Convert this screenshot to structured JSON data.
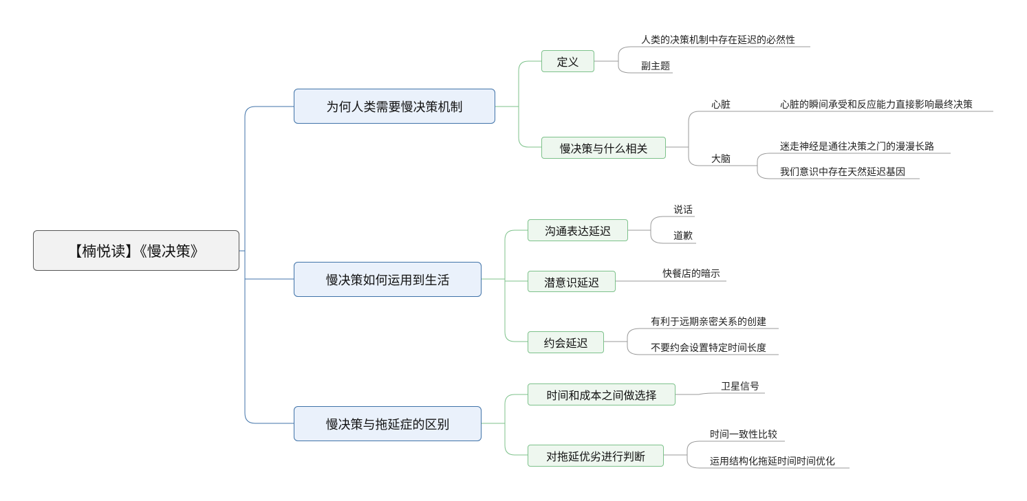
{
  "root": "【楠悦读】《慢决策》",
  "branches": [
    {
      "label": "为何人类需要慢决策机制",
      "children": [
        {
          "label": "定义",
          "items": [
            "人类的决策机制中存在延迟的必然性",
            "副主题"
          ]
        },
        {
          "label": "慢决策与什么相关",
          "groups": [
            {
              "label": "心脏",
              "items": [
                "心脏的瞬间承受和反应能力直接影响最终决策"
              ]
            },
            {
              "label": "大脑",
              "items": [
                "迷走神经是通往决策之门的漫漫长路",
                "我们意识中存在天然延迟基因"
              ]
            }
          ]
        }
      ]
    },
    {
      "label": "慢决策如何运用到生活",
      "children": [
        {
          "label": "沟通表达延迟",
          "items": [
            "说话",
            "道歉"
          ]
        },
        {
          "label": "潜意识延迟",
          "items": [
            "快餐店的暗示"
          ]
        },
        {
          "label": "约会延迟",
          "items": [
            "有利于远期亲密关系的创建",
            "不要约会设置特定时间长度"
          ]
        }
      ]
    },
    {
      "label": "慢决策与拖延症的区别",
      "children": [
        {
          "label": "时间和成本之间做选择",
          "items": [
            "卫星信号"
          ]
        },
        {
          "label": "对拖延优劣进行判断",
          "items": [
            "时间一致性比较",
            "运用结构化拖延时间时间优化"
          ]
        }
      ]
    }
  ],
  "colors": {
    "l1_line": "#3f72a8",
    "l2_line": "#7cc18a",
    "leaf_line": "#999999"
  }
}
